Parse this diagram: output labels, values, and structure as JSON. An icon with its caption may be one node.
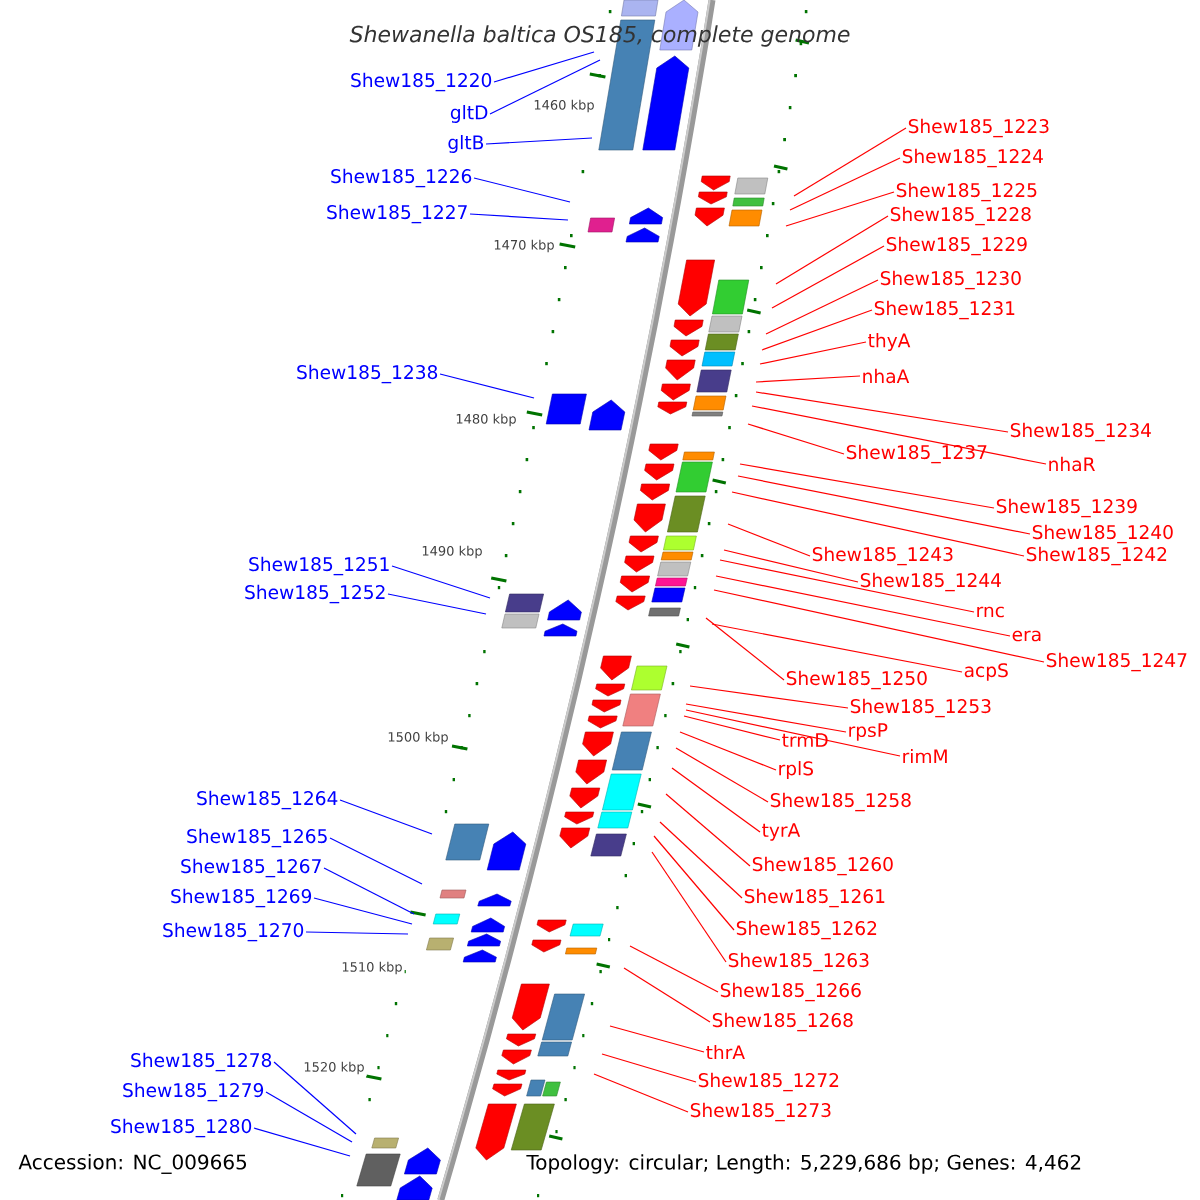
{
  "diagram": {
    "title": "Shewanella baltica OS185, complete genome",
    "nodes": [
      {
        "text": [
          "Shew185_1220"
        ]
      },
      {
        "text": [
          "gltD"
        ]
      },
      {
        "text": [
          "gltB"
        ]
      },
      {
        "text": [
          "Shew185_1226"
        ]
      },
      {
        "text": [
          "Shew185_1227"
        ]
      },
      {
        "text": [
          "Shew185_1238"
        ]
      },
      {
        "text": [
          "Shew185_1251"
        ]
      },
      {
        "text": [
          "Shew185_1252"
        ]
      },
      {
        "text": [
          "Shew185_1264"
        ]
      },
      {
        "text": [
          "Shew185_1265"
        ]
      },
      {
        "text": [
          "Shew185_1267"
        ]
      },
      {
        "text": [
          "Shew185_1269"
        ]
      },
      {
        "text": [
          "Shew185_1270"
        ]
      },
      {
        "text": [
          "Shew185_1278"
        ]
      },
      {
        "text": [
          "Shew185_1279"
        ]
      },
      {
        "text": [
          "Shew185_1280"
        ]
      },
      {
        "text": [
          "Shew185_1223"
        ]
      },
      {
        "text": [
          "Shew185_1224"
        ]
      },
      {
        "text": [
          "Shew185_1225"
        ]
      },
      {
        "text": [
          "Shew185_1228"
        ]
      },
      {
        "text": [
          "Shew185_1229"
        ]
      },
      {
        "text": [
          "Shew185_1230"
        ]
      },
      {
        "text": [
          "Shew185_1231"
        ]
      },
      {
        "text": [
          "thyA"
        ]
      },
      {
        "text": [
          "nhaA"
        ]
      },
      {
        "text": [
          "Shew185_1234"
        ]
      },
      {
        "text": [
          "Shew185_1237"
        ]
      },
      {
        "text": [
          "nhaR"
        ]
      },
      {
        "text": [
          "Shew185_1239"
        ]
      },
      {
        "text": [
          "Shew185_1240"
        ]
      },
      {
        "text": [
          "Shew185_1243"
        ]
      },
      {
        "text": [
          "Shew185_1242"
        ]
      },
      {
        "text": [
          "Shew185_1244"
        ]
      },
      {
        "text": [
          "rnc"
        ]
      },
      {
        "text": [
          "era"
        ]
      },
      {
        "text": [
          "Shew185_1250"
        ]
      },
      {
        "text": [
          "Shew185_1247"
        ]
      },
      {
        "text": [
          "acpS"
        ]
      },
      {
        "text": [
          "Shew185_1253"
        ]
      },
      {
        "text": [
          "rpsP"
        ]
      },
      {
        "text": [
          "trmD"
        ]
      },
      {
        "text": [
          "rimM"
        ]
      },
      {
        "text": [
          "rplS"
        ]
      },
      {
        "text": [
          "Shew185_1258"
        ]
      },
      {
        "text": [
          "tyrA"
        ]
      },
      {
        "text": [
          "Shew185_1260"
        ]
      },
      {
        "text": [
          "Shew185_1261"
        ]
      },
      {
        "text": [
          "Shew185_1262"
        ]
      },
      {
        "text": [
          "Shew185_1263"
        ]
      },
      {
        "text": [
          "Shew185_1266"
        ]
      },
      {
        "text": [
          "Shew185_1268"
        ]
      },
      {
        "text": [
          "thrA"
        ]
      },
      {
        "text": [
          "Shew185_1272"
        ]
      },
      {
        "text": [
          "Shew185_1273"
        ]
      }
    ],
    "edges": [
      {
        "from": 0,
        "to": null,
        "arrow": "none",
        "color": "#0000ff"
      },
      {
        "from": 1,
        "to": null,
        "arrow": "none",
        "color": "#0000ff"
      },
      {
        "from": 2,
        "to": null,
        "arrow": "none",
        "color": "#0000ff"
      },
      {
        "from": 3,
        "to": null,
        "arrow": "none",
        "color": "#0000ff"
      },
      {
        "from": 4,
        "to": null,
        "arrow": "none",
        "color": "#0000ff"
      },
      {
        "from": 5,
        "to": null,
        "arrow": "none",
        "color": "#0000ff"
      },
      {
        "from": 6,
        "to": null,
        "arrow": "none",
        "color": "#0000ff"
      },
      {
        "from": 7,
        "to": null,
        "arrow": "none",
        "color": "#0000ff"
      },
      {
        "from": 8,
        "to": null,
        "arrow": "none",
        "color": "#0000ff"
      },
      {
        "from": 9,
        "to": null,
        "arrow": "none",
        "color": "#0000ff"
      },
      {
        "from": 10,
        "to": null,
        "arrow": "none",
        "color": "#0000ff"
      },
      {
        "from": 11,
        "to": null,
        "arrow": "none",
        "color": "#0000ff"
      },
      {
        "from": 12,
        "to": null,
        "arrow": "none",
        "color": "#0000ff"
      },
      {
        "from": 13,
        "to": null,
        "arrow": "none",
        "color": "#0000ff"
      },
      {
        "from": 14,
        "to": null,
        "arrow": "none",
        "color": "#0000ff"
      },
      {
        "from": 15,
        "to": null,
        "arrow": "none",
        "color": "#0000ff"
      },
      {
        "from": 16,
        "to": null,
        "arrow": "none"
      },
      {
        "from": 17,
        "to": null,
        "arrow": "none"
      },
      {
        "from": 18,
        "to": null,
        "arrow": "none"
      },
      {
        "from": 19,
        "to": null,
        "arrow": "none"
      },
      {
        "from": 20,
        "to": null,
        "arrow": "none"
      },
      {
        "from": 21,
        "to": null,
        "arrow": "none"
      },
      {
        "from": 22,
        "to": null,
        "arrow": "none"
      },
      {
        "from": 23,
        "to": null,
        "arrow": "none"
      },
      {
        "from": 24,
        "to": null,
        "arrow": "none"
      },
      {
        "from": 25,
        "to": null,
        "arrow": "none"
      },
      {
        "from": 26,
        "to": null,
        "arrow": "none"
      },
      {
        "from": 27,
        "to": null,
        "arrow": "none"
      },
      {
        "from": 28,
        "to": null,
        "arrow": "none"
      },
      {
        "from": 29,
        "to": null,
        "arrow": "none"
      },
      {
        "from": 30,
        "to": null,
        "arrow": "none"
      },
      {
        "from": 31,
        "to": null,
        "arrow": "none"
      },
      {
        "from": 32,
        "to": null,
        "arrow": "none"
      },
      {
        "from": 33,
        "to": null,
        "arrow": "none"
      },
      {
        "from": 34,
        "to": null,
        "arrow": "none"
      },
      {
        "from": 35,
        "to": null,
        "arrow": "none"
      },
      {
        "from": 36,
        "to": null,
        "arrow": "none"
      },
      {
        "from": 37,
        "to": null,
        "arrow": "none"
      },
      {
        "from": 38,
        "to": null,
        "arrow": "none"
      },
      {
        "from": 39,
        "to": null,
        "arrow": "none"
      },
      {
        "from": 40,
        "to": null,
        "arrow": "none"
      },
      {
        "from": 41,
        "to": null,
        "arrow": "none"
      },
      {
        "from": 42,
        "to": null,
        "arrow": "none"
      },
      {
        "from": 43,
        "to": null,
        "arrow": "none"
      },
      {
        "from": 44,
        "to": null,
        "arrow": "none"
      },
      {
        "from": 45,
        "to": null,
        "arrow": "none"
      },
      {
        "from": 46,
        "to": null,
        "arrow": "none"
      },
      {
        "from": 47,
        "to": null,
        "arrow": "none"
      },
      {
        "from": 48,
        "to": null,
        "arrow": "none"
      },
      {
        "from": 49,
        "to": null,
        "arrow": "none"
      },
      {
        "from": 50,
        "to": null,
        "arrow": "none"
      },
      {
        "from": 51,
        "to": null,
        "arrow": "none"
      },
      {
        "from": 52,
        "to": null,
        "arrow": "none"
      },
      {
        "from": 53,
        "to": null,
        "arrow": "none"
      }
    ],
    "labels": [
      "1460 kbp",
      "1470 kbp",
      "1480 kbp",
      "1490 kbp",
      "1500 kbp",
      "1510 kbp",
      "1520 kbp",
      "Accession: NC_009665",
      "Topology: circular; Length: 5,229,686 bp; Genes: 4,462"
    ]
  }
}
